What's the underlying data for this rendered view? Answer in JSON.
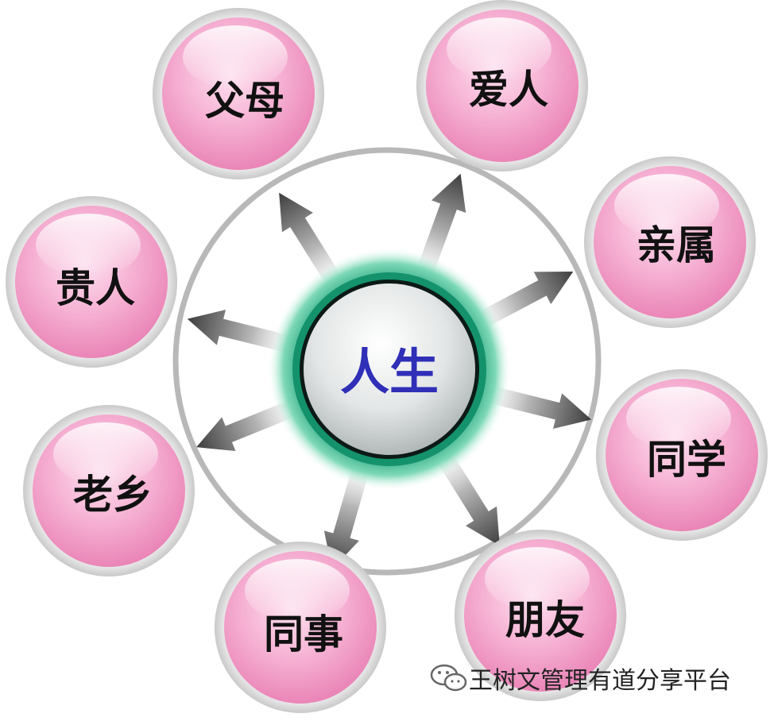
{
  "diagram": {
    "center": {
      "label": "人生"
    },
    "nodes": [
      {
        "id": "parents",
        "label": "父母"
      },
      {
        "id": "lover",
        "label": "爱人"
      },
      {
        "id": "relatives",
        "label": "亲属"
      },
      {
        "id": "classmates",
        "label": "同学"
      },
      {
        "id": "friends",
        "label": "朋友"
      },
      {
        "id": "colleagues",
        "label": "同事"
      },
      {
        "id": "townsmen",
        "label": "老乡"
      },
      {
        "id": "benefactor",
        "label": "贵人"
      }
    ]
  },
  "colors": {
    "node_fill": "#f5a8cf",
    "node_ring": "#dcdcdc",
    "center_ring": "#1fa37a",
    "center_text": "#2f2fb8",
    "outer_circle": "#b8b8b8",
    "arrow": "#555555"
  },
  "watermark": {
    "icon": "wechat-icon",
    "text": "王树文管理有道分享平台"
  }
}
